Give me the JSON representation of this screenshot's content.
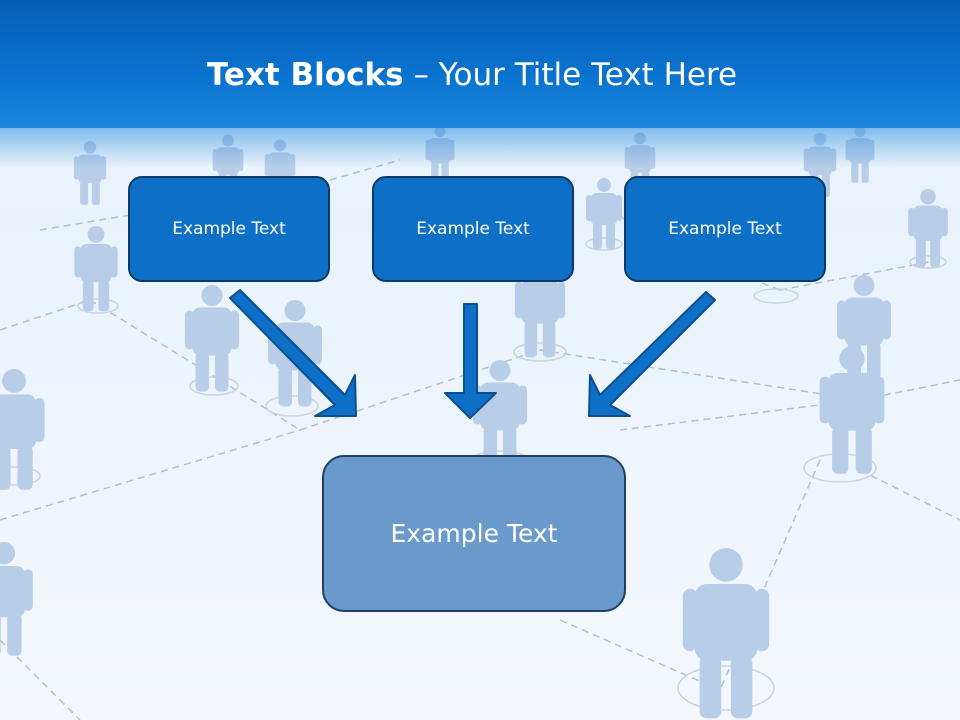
{
  "title": {
    "bold": "Text Blocks",
    "dash": "–",
    "rest": "Your Title Text Here"
  },
  "blocks": {
    "left": "Example Text",
    "middle": "Example Text",
    "right": "Example Text",
    "bottom": "Example Text"
  },
  "colors": {
    "header": "#0a73d0",
    "box": "#0e6fc7",
    "box_border": "#0b3a66",
    "bottom_box": "#6a9acb",
    "arrow": "#0e6fc7",
    "arrow_border": "#0b4f8f",
    "figure": "#b8cde8"
  }
}
